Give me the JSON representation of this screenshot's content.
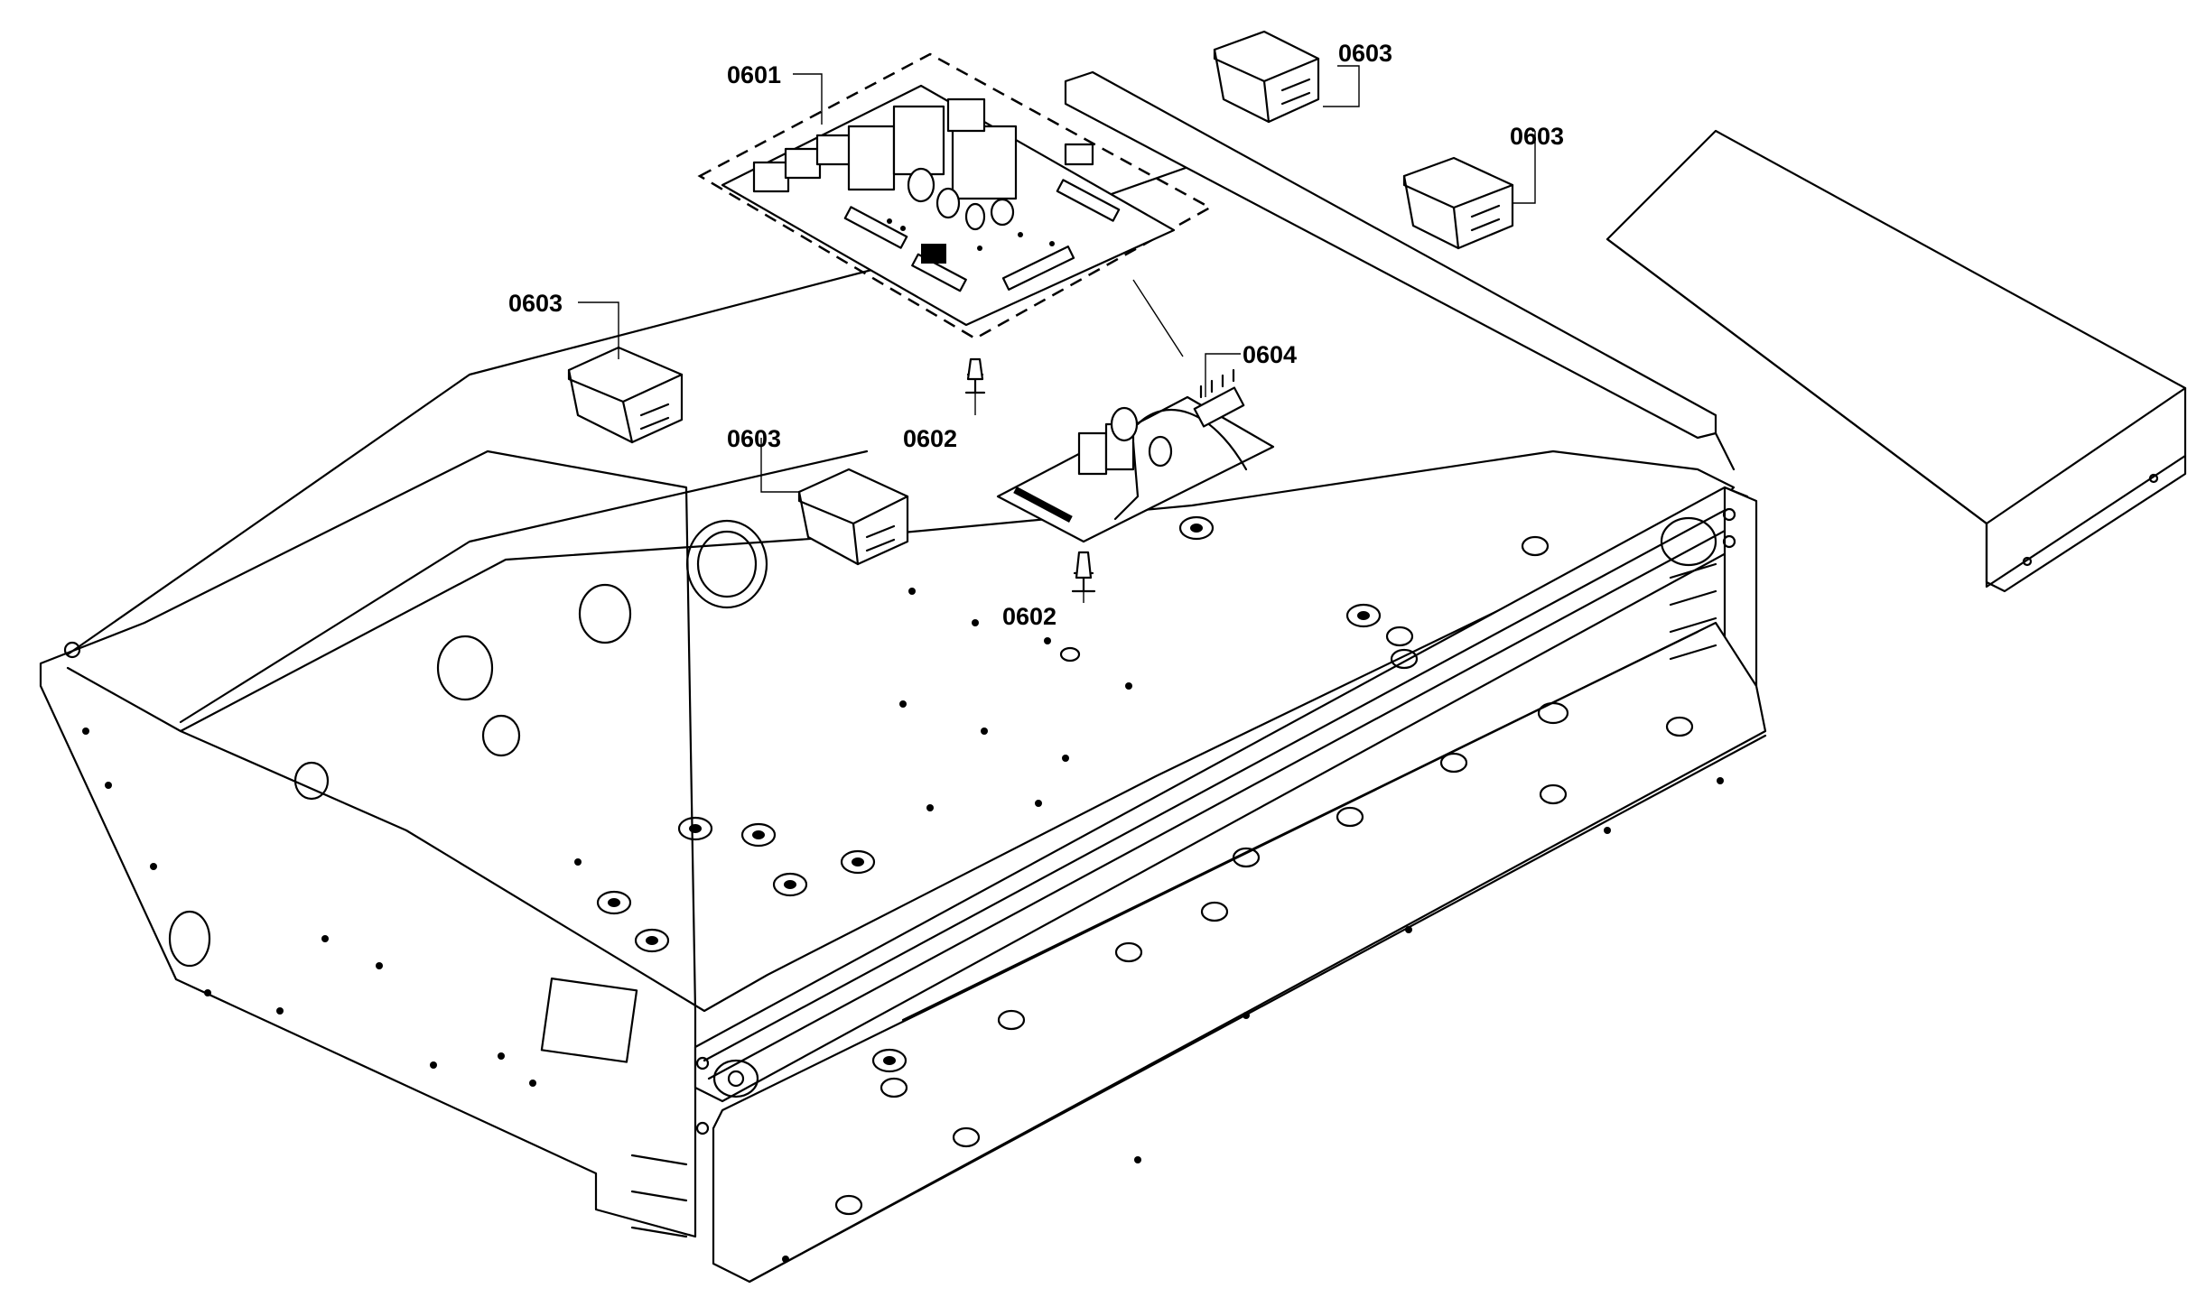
{
  "diagram": {
    "callouts": {
      "control_board": "0601",
      "bracket_left": "0602",
      "bracket_right": "0602",
      "relay_top_a": "0603",
      "relay_top_b": "0603",
      "relay_left": "0603",
      "relay_center": "0603",
      "filter_board": "0604"
    }
  }
}
